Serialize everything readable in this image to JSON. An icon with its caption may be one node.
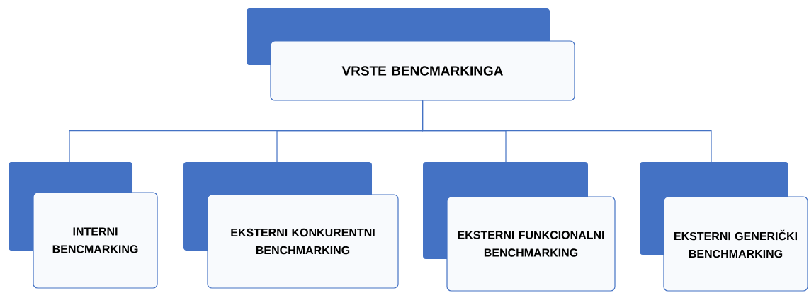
{
  "diagram": {
    "nodes": [
      {
        "text": [
          "VRSTE BENCMARKINGA"
        ]
      },
      {
        "text": [
          "INTERNI BENCMARKING"
        ]
      },
      {
        "text": [
          "EKSTERNI KONKURENTNI BENCHMARKING"
        ]
      },
      {
        "text": [
          "EKSTERNI FUNKCIONALNI BENCHMARKING"
        ]
      },
      {
        "text": [
          "EKSTERNI GENERIČKI BENCHMARKING"
        ]
      }
    ],
    "edges": [
      {
        "from": 0,
        "to": 1,
        "arrow": "none"
      },
      {
        "from": 0,
        "to": 2,
        "arrow": "none"
      },
      {
        "from": 0,
        "to": 3,
        "arrow": "none"
      },
      {
        "from": 0,
        "to": 4,
        "arrow": "none"
      }
    ]
  }
}
